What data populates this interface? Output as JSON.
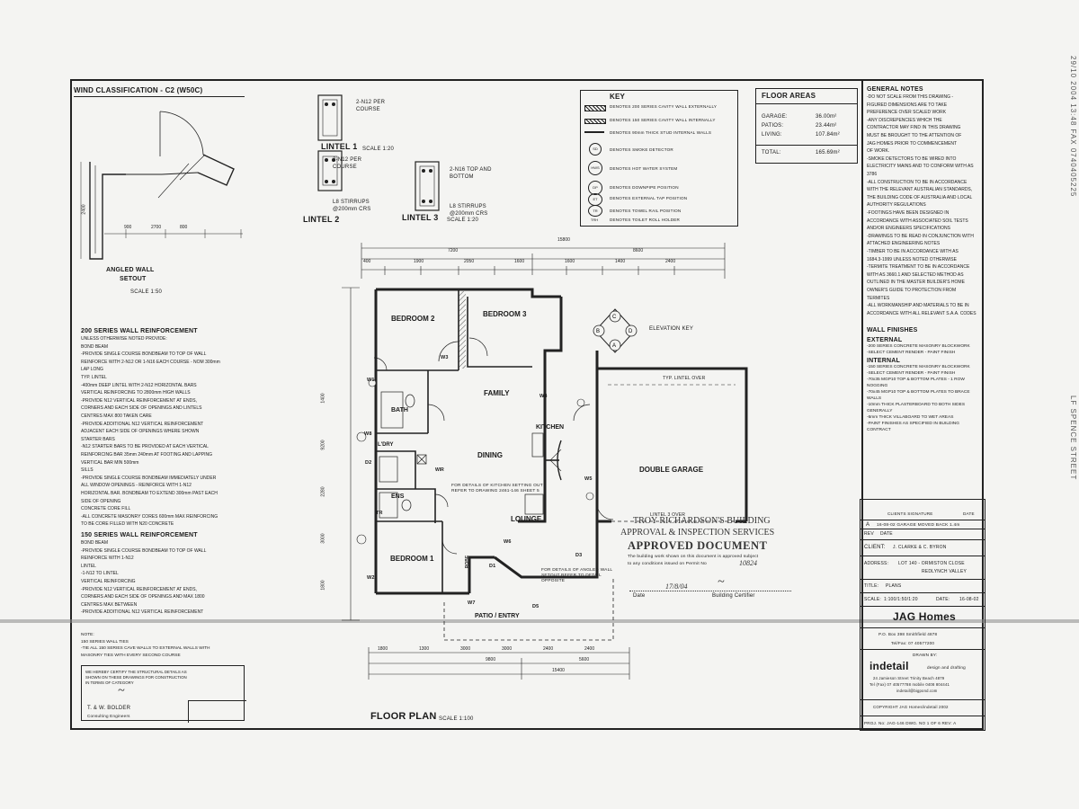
{
  "side_text": {
    "fax_header": "29/10 2004 13:48 FAX 0740405225",
    "right_margin": "LF SPENCE STREET"
  },
  "wind": {
    "title": "WIND CLASSIFICATION - C2 (W50C)",
    "dims": [
      "900",
      "2700",
      "800"
    ],
    "height_dim": "2400",
    "caption": "ANGLED WALL",
    "caption2": "SETOUT",
    "scale": "SCALE 1:50"
  },
  "lintels": {
    "l1_title": "LINTEL 1",
    "l1_scale": "SCALE 1:20",
    "l1_note": "2-N12 PER",
    "l1_note2": "COURSE",
    "l2_title": "LINTEL 2",
    "l2_note": "2-N12 PER",
    "l2_note2": "COURSE",
    "l2_note3": "L8 STIRRUPS",
    "l2_note4": "@200mm CRS",
    "l3_title": "LINTEL 3",
    "l3_scale": "SCALE 1:20",
    "l3_note": "2-N16 TOP AND",
    "l3_note2": "BOTTOM",
    "l3_note3": "L8 STIRRUPS",
    "l3_note4": "@200mm CRS"
  },
  "key": {
    "title": "KEY",
    "items": [
      "DENOTES 200 SERIES CAVITY WALL EXTERNALLY",
      "DENOTES 150 SERIES CAVITY WALL INTERNALLY",
      "DENOTES 90mm THICK STUD INTERNAL WALLS",
      "DENOTES SMOKE DETECTOR",
      "DENOTES HOT WATER SYSTEM",
      "DENOTES DOWNPIPE POSITION",
      "DENOTES EXTERNAL TAP POSITION",
      "DENOTES TOWEL RAIL POSITION",
      "DENOTES TOILET ROLL HOLDER"
    ],
    "symbols": [
      "SD",
      "HWS",
      "DP",
      "ET",
      "TR",
      "TRH"
    ]
  },
  "floor_areas": {
    "title": "FLOOR AREAS",
    "rows": [
      {
        "label": "GARAGE:",
        "value": "36.00m²"
      },
      {
        "label": "PATIOS:",
        "value": "23.44m²"
      },
      {
        "label": "LIVING:",
        "value": "107.84m²"
      }
    ],
    "total_label": "TOTAL:",
    "total_value": "165.69m²"
  },
  "general_notes": {
    "title": "GENERAL NOTES",
    "lines": [
      "-DO NOT SCALE FROM THIS DRAWING -",
      "FIGURED DIMENSIONS ARE TO TAKE",
      "PREFERENCE OVER SCALED WORK",
      "-ANY DISCREPENCIES WHICH THE",
      "CONTRACTOR MAY FIND IN THIS DRAWING",
      "MUST BE BROUGHT TO THE ATTENTION OF",
      "JAG HOMES PRIOR TO COMMENCEMENT",
      "OF WORK.",
      "-SMOKE DETECTORS TO BE WIRED INTO",
      "ELECTRICITY MAINS AND TO CONFORM WITH AS",
      "3786",
      "-ALL CONSTRUCTION TO BE IN ACCORDANCE",
      "WITH THE RELEVANT AUSTRALIAN STANDARDS,",
      "THE BUILDING CODE OF AUSTRALIA AND LOCAL",
      "AUTHORITY REGULATIONS",
      "-FOOTINGS HAVE BEEN DESIGNED IN",
      "ACCORDANCE WITH ASSOCIATED SOIL TESTS",
      "AND/OR ENGINEERS SPECIFICATIONS",
      "-DRAWINGS TO BE READ IN CONJUNCTION WITH",
      "ATTACHED ENGINEERING NOTES",
      "-TIMBER TO BE IN ACCORDANCE WITH AS",
      "1684.3-1999 UNLESS NOTED OTHERWISE",
      "-TERMITE TREATMENT TO BE IN ACCORDANCE",
      "WITH AS 3660.1 AND SELECTED METHOD AS",
      "OUTLINED IN THE MASTER BUILDER'S HOME",
      "OWNER'S GUIDE TO PROTECTION FROM",
      "TERMITES",
      "-ALL WORKMANSHIP AND MATERIALS TO BE IN",
      "ACCORDANCE WITH ALL RELEVANT S.A.A. CODES"
    ]
  },
  "wall_finishes": {
    "title": "WALL FINISHES",
    "external": "EXTERNAL",
    "ext_lines": [
      "-200 SERIES CONCRETE MASONRY BLOCKWORK",
      "-SELECT CEMENT RENDER - PAINT FINISH"
    ],
    "internal": "INTERNAL",
    "int_lines": [
      "-150 SERIES CONCRETE MASONRY BLOCKWORK",
      "-SELECT CEMENT RENDER - PAINT FINISH",
      "-70x35 MGP10 TOP & BOTTOM PLATES - 1 ROW",
      "NOGGING",
      "-70x45 MGP10 TOP & BOTTOM PLATES TO BRACE",
      "WALLS",
      "-10mm THICK PLASTERBOARD TO BOTH SIDES",
      "GENERALLY",
      "-6mm THICK VILLABOARD TO WET AREAS",
      "-PAINT FINISHES AS SPECIFIED IN BUILDING",
      "CONTRACT"
    ]
  },
  "reinforcement": {
    "title": "200 SERIES WALL REINFORCEMENT",
    "lines": [
      "UNLESS OTHERWISE NOTED PROVIDE:",
      "BOND BEAM",
      "-PROVIDE SINGLE COURSE BONDBEAM TO TOP OF WALL",
      "REINFORCE WITH 2-N12 OR 1-N16 EACH COURSE - NOM 300mm",
      "LAP LONG",
      "TYP. LINTEL",
      "-400mm DEEP LINTEL WITH 2-N12 HORIZONTAL BARS",
      "VERTICAL REINFORCING TO 2800mm HIGH WALLS",
      "-PROVIDE N12 VERTICAL REINFORCEMENT AT ENDS,",
      "CORNERS AND EACH SIDE OF OPENINGS AND LINTELS",
      "CENTRES MAX 800 TAKEN CARE",
      "-PROVIDE ADDITIONAL N12 VERTICAL REINFORCEMENT",
      "ADJACENT EACH SIDE OF OPENINGS WHERE SHOWN",
      "STARTER BARS",
      "-N12 STARTER BARS TO BE PROVIDED AT EACH VERTICAL",
      "REINFORCING BAR 35mm 240mm AT FOOTING AND LAPPING",
      "VERTICAL BAR MIN 500mm",
      "SILLS",
      "-PROVIDE SINGLE COURSE BONDBEAM IMMEDIATELY UNDER",
      "ALL WINDOW OPENINGS - REINFORCE WITH 1-N12",
      "HORIZONTAL BAR. BONDBEAM TO EXTEND 300mm PAST EACH",
      "SIDE OF OPENING",
      "CONCRETE CORE FILL",
      "-ALL CONCRETE MASONRY CORES 600mm MAX REINFORCING",
      "TO BE CORE FILLED WITH N20 CONCRETE"
    ],
    "title2": "150 SERIES WALL REINFORCEMENT",
    "lines2": [
      "BOND BEAM",
      "-PROVIDE SINGLE COURSE BONDBEAM TO TOP OF WALL",
      "REINFORCE WITH 1-N12",
      "LINTEL",
      "-1-N12 TO LINTEL",
      "VERTICAL REINFORCING",
      "-PROVIDE N12 VERTICAL REINFORCEMENT AT ENDS,",
      "CORNERS AND EACH SIDE OF OPENINGS AND MAX 1800",
      "CENTRES MAX BETWEEN",
      "-PROVIDE ADDITIONAL N12 VERTICAL REINFORCEMENT"
    ],
    "lines3": [
      "NOTE:",
      "150 SERIES WALL TIES",
      "-TIE ALL 150 SERIES CAVE WALLS TO EXTERNAL WALLS WITH",
      "MASONRY TIES WITH EVERY SECOND COURSE"
    ]
  },
  "certification": {
    "lines": [
      "WE HEREBY CERTIFY THE STRUCTURAL DETAILS AS",
      "SHOWN ON THESE DRAWINGS FOR CONSTRUCTION",
      "IN TERMS OF CATEGORY"
    ],
    "signer": "T. & W. BOLDER",
    "signer_role": "Consulting Engineers"
  },
  "plan": {
    "title": "FLOOR PLAN",
    "scale": "SCALE 1:100",
    "rooms": {
      "bedroom2": "BEDROOM 2",
      "bedroom3": "BEDROOM 3",
      "family": "FAMILY",
      "bath": "BATH",
      "kitchen": "KITCHEN",
      "ldry": "L'DRY",
      "dining": "DINING",
      "ens": "ENS",
      "lounge": "LOUNGE",
      "bedroom1": "BEDROOM 1",
      "robe": "ROBE",
      "garage": "DOUBLE GARAGE",
      "patio": "PATIO / ENTRY",
      "wir": "WIR"
    },
    "elevation_key": "ELEVATION KEY",
    "elev_letters": [
      "A",
      "B",
      "C",
      "D"
    ],
    "kitchen_note": "FOR DETAILS OF KITCHEN SETTING OUT REFER TO DRAWING 2461-146 SHEET 5",
    "angled_note": "FOR DETAILS OF ANGLED WALL SETOUT REFER TO DETAIL OPPOSITE",
    "dims_top_overall": "15800",
    "dims_top_a": "7200",
    "dims_top_b": "8600",
    "dims_top_row": [
      "400",
      "1900",
      "2050",
      "1600",
      "1600",
      "1400",
      "2400"
    ],
    "dims_bottom_overall": "15400",
    "dims_bottom_a": "9800",
    "dims_bottom_b": "5600",
    "dims_bottom_row": [
      "1800",
      "1300",
      "3000",
      "3000",
      "2400",
      "2400"
    ],
    "side_dims": [
      "1400",
      "9200",
      "2280",
      "3000",
      "1800"
    ],
    "garage_note": "TYP. LINTEL OVER",
    "lintel_note": "LINTEL 3 OVER",
    "labels_w": [
      "W1",
      "W2",
      "W3",
      "W4",
      "W5",
      "W6",
      "W7",
      "W8",
      "D1",
      "D2",
      "D3",
      "D5",
      "TR"
    ]
  },
  "approval": {
    "company": "TROY RICHARDSON'S BUILDING",
    "line2": "APPROVAL & INSPECTION SERVICES",
    "line3": "APPROVED DOCUMENT",
    "small1": "The building work shown on this document is approved subject",
    "small2": "to any conditions issued on Permit No",
    "permit": "10824",
    "date_label": "Date",
    "date_value": "17/8/04",
    "certifier": "Building Certifier"
  },
  "title_block": {
    "client_sig_label": "CLIENTS SIGNATURE",
    "date_label": "DATE",
    "rev_letter": "A",
    "rev_text": "16-08-02 GARAGE MOVED BACK 1.4m",
    "rev_header": "REV",
    "date_header": "DATE",
    "client_label": "CLIENT:",
    "client_value": "J. CLARKE & C. BYRON",
    "address_label": "ADDRESS:",
    "address_value": "LOT 140 - ORMISTON CLOSE",
    "address_value2": "REDLYNCH VALLEY",
    "title_label": "TITLE:",
    "title_value": "PLANS",
    "scale_label": "SCALE:",
    "scale_value": "1:100/1:50/1:20",
    "tdate_label": "DATE:",
    "tdate_value": "16-08-02",
    "company": "JAG Homes",
    "address1": "P.O. Box 398 Smithfield 4878",
    "phone": "Tel/Fax: 07 40577200",
    "drawn_by": "DRAWN BY:",
    "detail_brand": "indetail",
    "detail_sub": "design and drafting",
    "detail_addr": "24 Jamieson Street Trinity Beach 4879",
    "detail_tel": "Tel (Fax) 07 40577788 mobile 0408 804441",
    "email": "indetail@bigpond.com",
    "copyright": "COPYRIGHT JAG Homes/indetail 2002",
    "proj_line": "PROJ. No: JAG-146  DWG. NO 1 OF 6  REV: A"
  },
  "colors": {
    "ink": "#1a1a1a",
    "paper": "#f4f4f2",
    "scan_line": "#8a8a8a"
  }
}
